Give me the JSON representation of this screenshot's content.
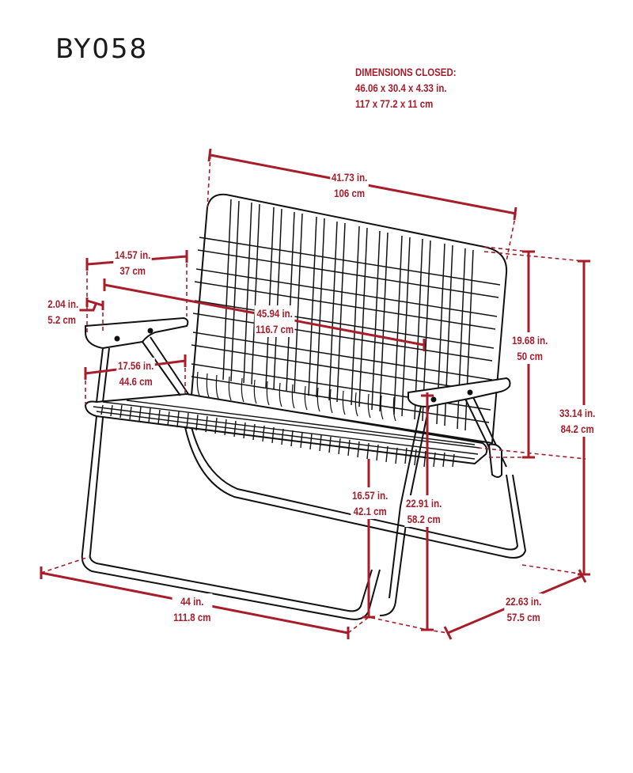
{
  "model": "BY058",
  "colors": {
    "dimension": "#a71d2a",
    "line_art": "#111111",
    "background": "#ffffff"
  },
  "dimensions_closed": {
    "heading": "DIMENSIONS CLOSED:",
    "imperial": "46.06  x  30.4  x  4.33 in.",
    "metric": "117  x  77.2  x  11 cm"
  },
  "dimensions": {
    "backrest_width": {
      "in": "41.73 in.",
      "cm": "106 cm"
    },
    "armrest_length": {
      "in": "14.57 in.",
      "cm": "37 cm"
    },
    "armrest_width": {
      "in": "2.04 in.",
      "cm": "5.2 cm"
    },
    "seat_width": {
      "in": "45.94 in.",
      "cm": "116.7 cm"
    },
    "armrest_height_above_seat": {
      "in": "17.56 in.",
      "cm": "44.6 cm"
    },
    "backrest_height": {
      "in": "19.68 in.",
      "cm": "50 cm"
    },
    "overall_height": {
      "in": "33.14 in.",
      "cm": "84.2 cm"
    },
    "seat_height": {
      "in": "16.57 in.",
      "cm": "42.1 cm"
    },
    "armrest_height": {
      "in": "22.91  in.",
      "cm": "58.2 cm"
    },
    "overall_width": {
      "in": "44 in.",
      "cm": "111.8 cm"
    },
    "overall_depth": {
      "in": "22.63  in.",
      "cm": "57.5 cm"
    }
  }
}
